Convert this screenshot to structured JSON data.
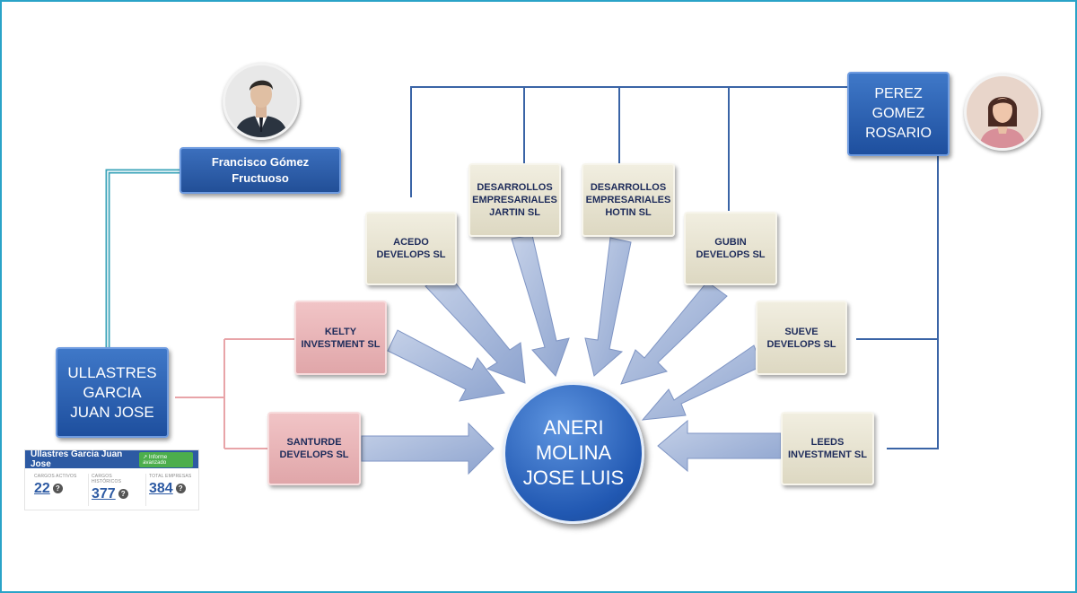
{
  "center": {
    "line1": "ANERI",
    "line2": "MOLINA",
    "line3": "JOSE LUIS"
  },
  "persons": {
    "francisco": {
      "line1": "Francisco Gómez",
      "line2": "Fructuoso"
    },
    "ullastres": {
      "line1": "ULLASTRES",
      "line2": "GARCIA",
      "line3": "JUAN JOSE"
    },
    "perez": {
      "line1": "PEREZ",
      "line2": "GOMEZ",
      "line3": "ROSARIO"
    }
  },
  "companies": {
    "acedo": {
      "line1": "ACEDO",
      "line2": "DEVELOPS SL"
    },
    "jartin": {
      "line1": "DESARROLLOS",
      "line2": "EMPRESARIALES",
      "line3": "JARTIN SL"
    },
    "hotin": {
      "line1": "DESARROLLOS",
      "line2": "EMPRESARIALES",
      "line3": "HOTIN SL"
    },
    "gubin": {
      "line1": "GUBIN",
      "line2": "DEVELOPS SL"
    },
    "sueve": {
      "line1": "SUEVE",
      "line2": "DEVELOPS SL"
    },
    "leeds": {
      "line1": "LEEDS",
      "line2": "INVESTMENT SL"
    },
    "kelty": {
      "line1": "KELTY",
      "line2": "INVESTMENT SL"
    },
    "santurde": {
      "line1": "SANTURDE",
      "line2": "DEVELOPS SL"
    }
  },
  "card": {
    "name": "Ullastres Garcia Juan Jose",
    "report_button": "Informe avanzado",
    "stats": [
      {
        "label": "CARGOS ACTIVOS",
        "value": "22"
      },
      {
        "label": "CARGOS HISTÓRICOS",
        "value": "377"
      },
      {
        "label": "TOTAL EMPRESAS",
        "value": "384"
      }
    ]
  },
  "icons": {
    "male_avatar": "male-avatar-icon",
    "female_avatar": "female-avatar-icon",
    "help": "?"
  },
  "colors": {
    "frame": "#2aa3c8",
    "person_box": "#2a5ca8",
    "company_cream": "#e8e4d2",
    "company_pink": "#eab8bb",
    "arrow": "#9aaed4",
    "link_blue": "#3a64a6",
    "link_teal": "#3aa3b8",
    "link_pink": "#e8a4a8",
    "report_button": "#4cae4c"
  }
}
